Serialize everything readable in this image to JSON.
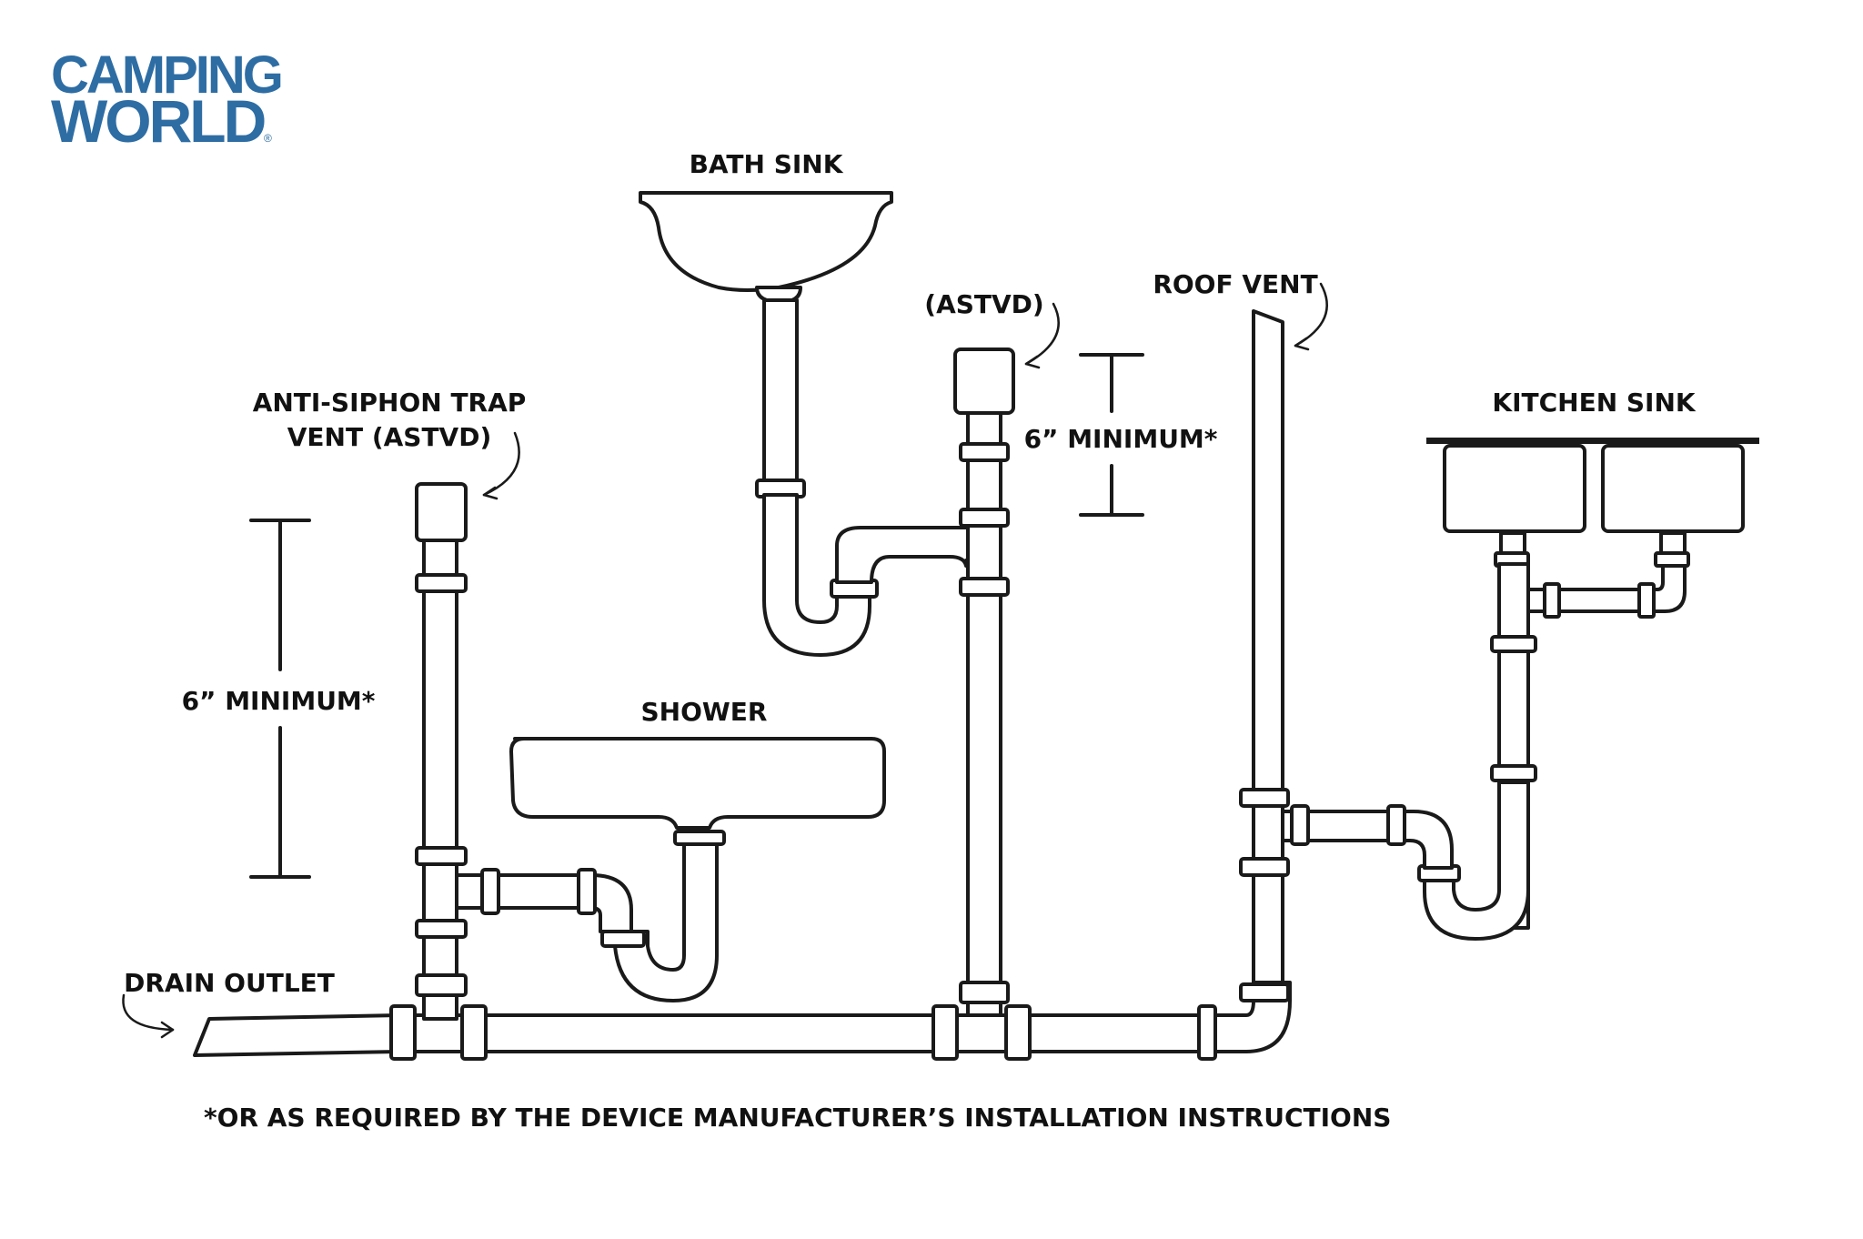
{
  "colors": {
    "brand": "#2e6da4",
    "ink": "#1a1a1a",
    "background": "#ffffff"
  },
  "logo": {
    "line1": "CAMPING",
    "line2": "WORLD",
    "reg": "®"
  },
  "labels": {
    "bath_sink": "BATH SINK",
    "astvd_short": "(ASTVD)",
    "roof_vent": "ROOF VENT",
    "kitchen_sink": "KITCHEN SINK",
    "anti_siphon_line1": "ANTI-SIPHON TRAP",
    "anti_siphon_line2": "VENT (ASTVD)",
    "min_left": "6” MINIMUM*",
    "min_right": "6” MINIMUM*",
    "shower": "SHOWER",
    "drain_outlet": "DRAIN OUTLET",
    "footnote": "*OR AS REQUIRED BY THE DEVICE MANUFACTURER’S INSTALLATION INSTRUCTIONS"
  }
}
